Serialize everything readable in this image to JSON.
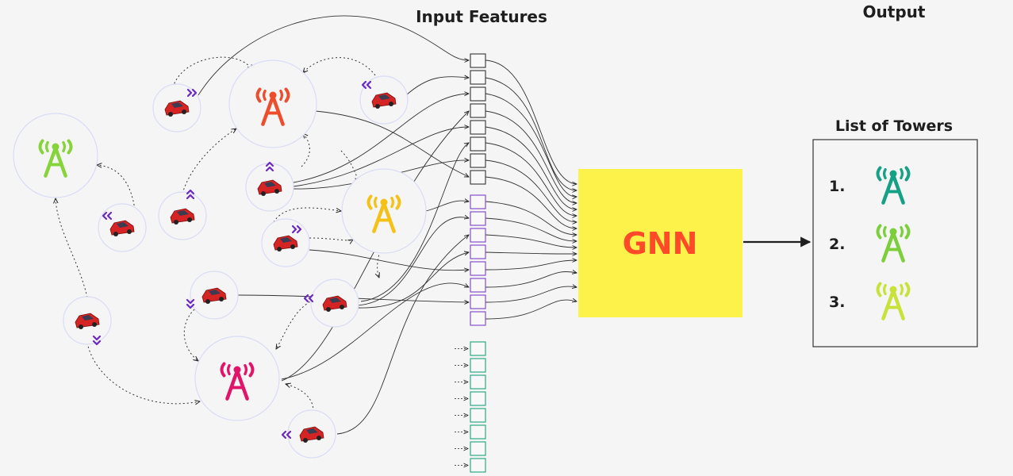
{
  "labels": {
    "input_features": "Input Features",
    "output": "Output",
    "list_of_towers": "List of Towers",
    "model": "GNN"
  },
  "ranking": [
    {
      "rank": "1.",
      "color": "#16a085"
    },
    {
      "rank": "2.",
      "color": "#7ccf3a"
    },
    {
      "rank": "3.",
      "color": "#c8e23a"
    }
  ],
  "colors": {
    "background": "#f5f5f5",
    "gnn_box": "#fdf24a",
    "gnn_text": "#ff4a2a",
    "tower_red": "#ee4d2d",
    "tower_yellow": "#f5c117",
    "tower_green": "#86d33a",
    "tower_pink": "#e0156a",
    "feature_group_1": "#333333",
    "feature_group_2": "#7b3fc9",
    "feature_group_3": "#1aa37a",
    "car_body": "#d62424",
    "direction_arrow": "#6a28c0"
  },
  "icons": [
    "cell-tower-icon",
    "car-icon",
    "direction-chevron-icon",
    "arrow-right-icon"
  ]
}
